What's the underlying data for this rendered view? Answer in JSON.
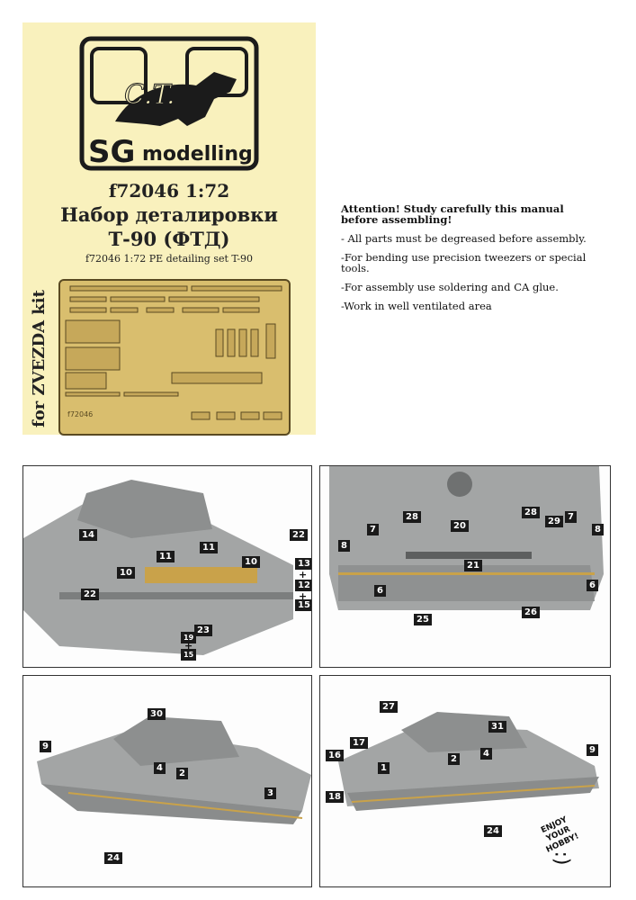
{
  "header": {
    "logo_text": "SG modelling",
    "logo_monogram": "C.T.",
    "code_scale": "f72046 1:72",
    "title_ru": "Набор деталировки",
    "subtitle_ru": "Т-90 (ФТД)",
    "title_en": "f72046 1:72 PE detailing set T-90",
    "side_text": "for ZVEZDA kit",
    "fret_code": "f72046"
  },
  "attention": {
    "heading": "Attention! Study carefully this manual before assembling!",
    "items": [
      "- All parts must be degreased before assembly.",
      "-For bending use precision tweezers or special tools.",
      "-For assembly use soldering and CA glue.",
      "-Work in well ventilated area"
    ]
  },
  "panels": [
    {
      "callouts": [
        "14",
        "11",
        "11",
        "22",
        "10",
        "10",
        "22",
        "13",
        "12",
        "15",
        "23",
        "19",
        "15"
      ],
      "plus": "+"
    },
    {
      "callouts": [
        "28",
        "20",
        "28",
        "29",
        "7",
        "7",
        "8",
        "8",
        "21",
        "6",
        "6",
        "25",
        "26"
      ]
    },
    {
      "callouts": [
        "30",
        "9",
        "4",
        "2",
        "3",
        "24"
      ]
    },
    {
      "callouts": [
        "27",
        "31",
        "17",
        "16",
        "4",
        "2",
        "1",
        "9",
        "18",
        "24"
      ],
      "enjoy": "ENJOY YOUR HOBBY!",
      "smile": ":)"
    }
  ],
  "colors": {
    "header_bg": "#f9f1bd",
    "fret": "#d9be6e",
    "model": "#9a9c9c"
  }
}
